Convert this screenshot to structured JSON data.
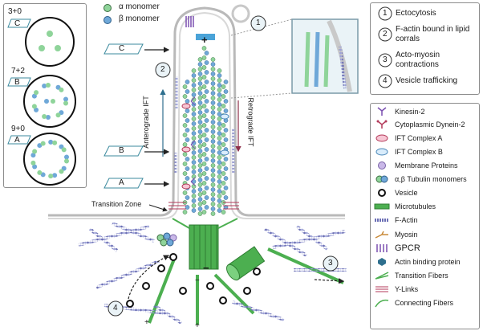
{
  "monomer_legend": [
    {
      "label": "α monomer",
      "color": "#8fd49a"
    },
    {
      "label": "β monomer",
      "color": "#6fa8d8"
    }
  ],
  "cross_sections": [
    {
      "config": "3+0",
      "tag": "C"
    },
    {
      "config": "7+2",
      "tag": "B"
    },
    {
      "config": "9+0",
      "tag": "A"
    }
  ],
  "levels": [
    "C",
    "B",
    "A"
  ],
  "labels": {
    "plus_top": "+",
    "anterograde": "Anterograde IFT",
    "retrograde": "Retrograde IFT",
    "transition_zone": "Transition Zone",
    "minus_base": "−",
    "plus_mt": "+",
    "minus_mt": "−"
  },
  "processes": [
    {
      "num": "1",
      "label": "Ectocytosis"
    },
    {
      "num": "2",
      "label": "F-actin bound in lipid corrals"
    },
    {
      "num": "3",
      "label": "Acto-myosin contractions"
    },
    {
      "num": "4",
      "label": "Vesicle trafficking"
    }
  ],
  "key": [
    {
      "label": "Kinesin-2",
      "icon": "kinesin-icon"
    },
    {
      "label": "Cytoplasmic Dynein-2",
      "icon": "dynein-icon"
    },
    {
      "label": "IFT Complex A",
      "icon": "ift-a-icon"
    },
    {
      "label": "IFT Complex B",
      "icon": "ift-b-icon"
    },
    {
      "label": "Membrane Proteins",
      "icon": "membrane-protein-icon"
    },
    {
      "label": "α,β Tubulin monomers",
      "icon": "tubulin-icon"
    },
    {
      "label": "Vesicle",
      "icon": "vesicle-icon"
    },
    {
      "label": "Microtubules",
      "icon": "microtubule-icon"
    },
    {
      "label": "F-Actin",
      "icon": "f-actin-icon"
    },
    {
      "label": "Myosin",
      "icon": "myosin-icon"
    },
    {
      "label": "GPCR",
      "icon": "gpcr-icon"
    },
    {
      "label": "Actin binding  protein",
      "icon": "actin-binding-protein-icon"
    },
    {
      "label": "Transition Fibers",
      "icon": "transition-fibers-icon"
    },
    {
      "label": "Y-Links",
      "icon": "y-links-icon"
    },
    {
      "label": "Connecting Fibers",
      "icon": "connecting-fibers-icon"
    }
  ],
  "colors": {
    "alpha": "#8fd49a",
    "beta": "#6fa8d8",
    "microtubule": "#4caf50",
    "actin": "#6b6fb5",
    "membrane": "#b0b0b0",
    "arrow_up": "#2e6f8e",
    "arrow_down": "#8e2e4a"
  }
}
